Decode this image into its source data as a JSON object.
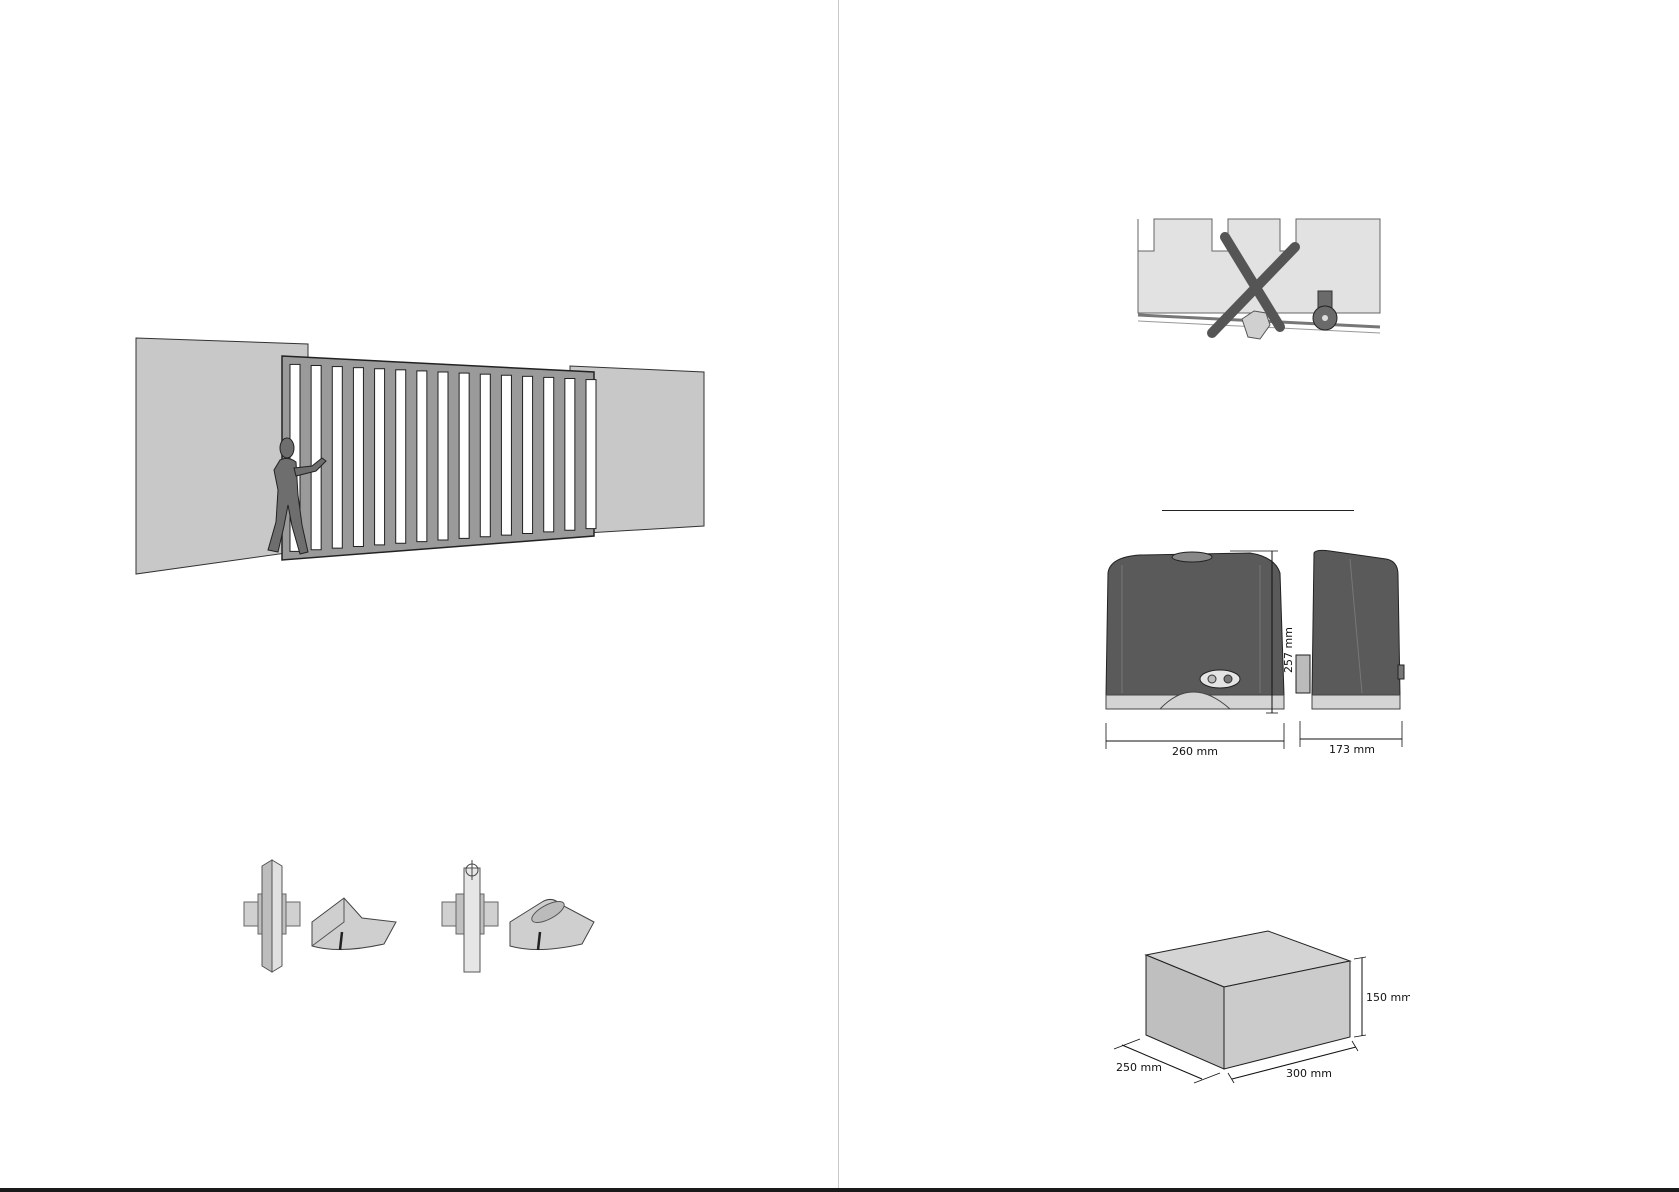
{
  "motor_dimensions": {
    "height_label": "257 mm",
    "width_label": "260 mm",
    "depth_label": "173 mm"
  },
  "package_dimensions": {
    "height_label": "150 mm",
    "width_label": "250 mm",
    "length_label": "300 mm"
  },
  "colors": {
    "wall": "#c8c8c8",
    "motor_body": "#5a5a5a",
    "motor_base": "#d4d4d4",
    "person": "#6e6e6e",
    "cross_mark": "#555555"
  }
}
